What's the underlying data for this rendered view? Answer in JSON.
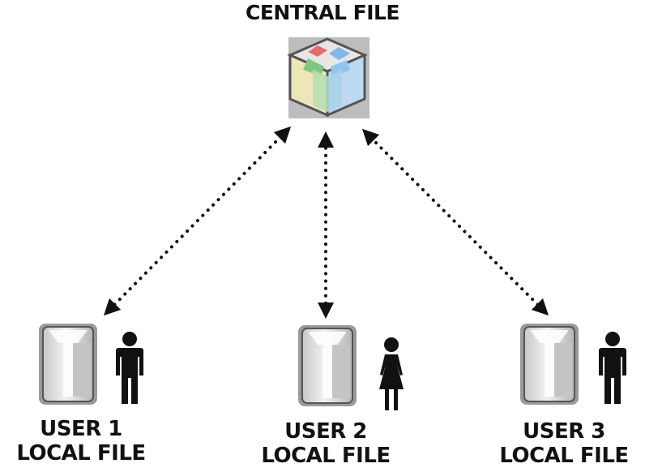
{
  "central": {
    "label": "CENTRAL FILE"
  },
  "users": [
    {
      "id": 1,
      "line1": "USER 1",
      "line2": "LOCAL FILE",
      "gender": "male"
    },
    {
      "id": 2,
      "line1": "USER 2",
      "line2": "LOCAL FILE",
      "gender": "female"
    },
    {
      "id": 3,
      "line1": "USER 3",
      "line2": "LOCAL FILE",
      "gender": "male"
    }
  ],
  "colors": {
    "arrow": "#111111",
    "person": "#111111",
    "cube_red": "#e86a6a",
    "cube_green": "#7fc97f",
    "cube_blue": "#7fb8e8",
    "cube_yellow": "#e8e0a0"
  },
  "icons": [
    "cube-file-icon",
    "local-file-icon",
    "male-person-icon",
    "female-person-icon"
  ]
}
